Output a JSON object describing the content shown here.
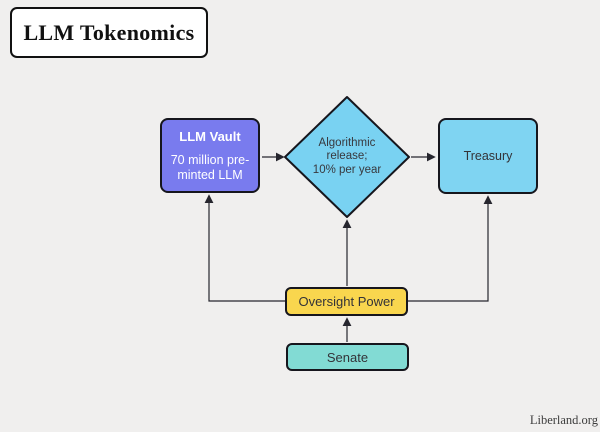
{
  "canvas": {
    "background": "#f0efee"
  },
  "title": {
    "label": "LLM Tokenomics",
    "fill": "#ffffff",
    "text_color": "#111111"
  },
  "nodes": {
    "llm_vault": {
      "title": "LLM Vault",
      "body": "70 million pre-\nminted LLM",
      "fill": "#797bee",
      "text_color": "#ffffff"
    },
    "algorithmic_release": {
      "label": "Algorithmic\nrelease;\n10% per year",
      "fill": "#79d2f2",
      "text_color": "#38383d"
    },
    "treasury": {
      "label": "Treasury",
      "fill": "#7fd4f2",
      "text_color": "#333338"
    },
    "oversight_power": {
      "label": "Oversight Power",
      "fill": "#f9d64e",
      "text_color": "#333338"
    },
    "senate": {
      "label": "Senate",
      "fill": "#82dbd4",
      "text_color": "#333338"
    }
  },
  "edges": [
    {
      "from": "llm_vault",
      "to": "algorithmic_release"
    },
    {
      "from": "algorithmic_release",
      "to": "treasury"
    },
    {
      "from": "oversight_power",
      "to": "llm_vault"
    },
    {
      "from": "oversight_power",
      "to": "algorithmic_release"
    },
    {
      "from": "oversight_power",
      "to": "treasury"
    },
    {
      "from": "senate",
      "to": "oversight_power"
    }
  ],
  "credit": {
    "label": "Liberland.org",
    "text_color": "#3d3d3d"
  }
}
